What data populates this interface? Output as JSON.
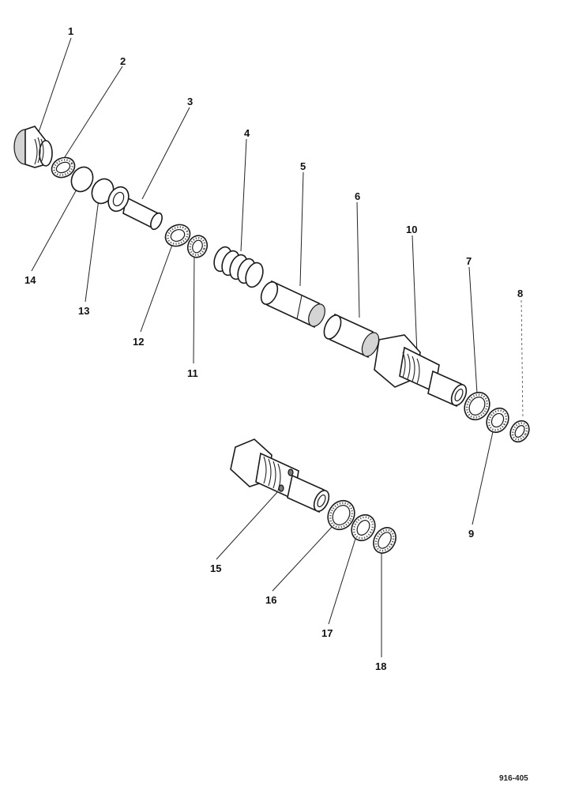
{
  "figure": {
    "reference_code": "916-405",
    "callouts": [
      {
        "id": "c1",
        "label": "1"
      },
      {
        "id": "c2",
        "label": "2"
      },
      {
        "id": "c3",
        "label": "3"
      },
      {
        "id": "c4",
        "label": "4"
      },
      {
        "id": "c5",
        "label": "5"
      },
      {
        "id": "c6",
        "label": "6"
      },
      {
        "id": "c7",
        "label": "7"
      },
      {
        "id": "c8",
        "label": "8"
      },
      {
        "id": "c9",
        "label": "9"
      },
      {
        "id": "c10",
        "label": "10"
      },
      {
        "id": "c11",
        "label": "11"
      },
      {
        "id": "c12",
        "label": "12"
      },
      {
        "id": "c13",
        "label": "13"
      },
      {
        "id": "c14",
        "label": "14"
      },
      {
        "id": "c15",
        "label": "15"
      },
      {
        "id": "c16",
        "label": "16"
      },
      {
        "id": "c17",
        "label": "17"
      },
      {
        "id": "c18",
        "label": "18"
      }
    ]
  }
}
